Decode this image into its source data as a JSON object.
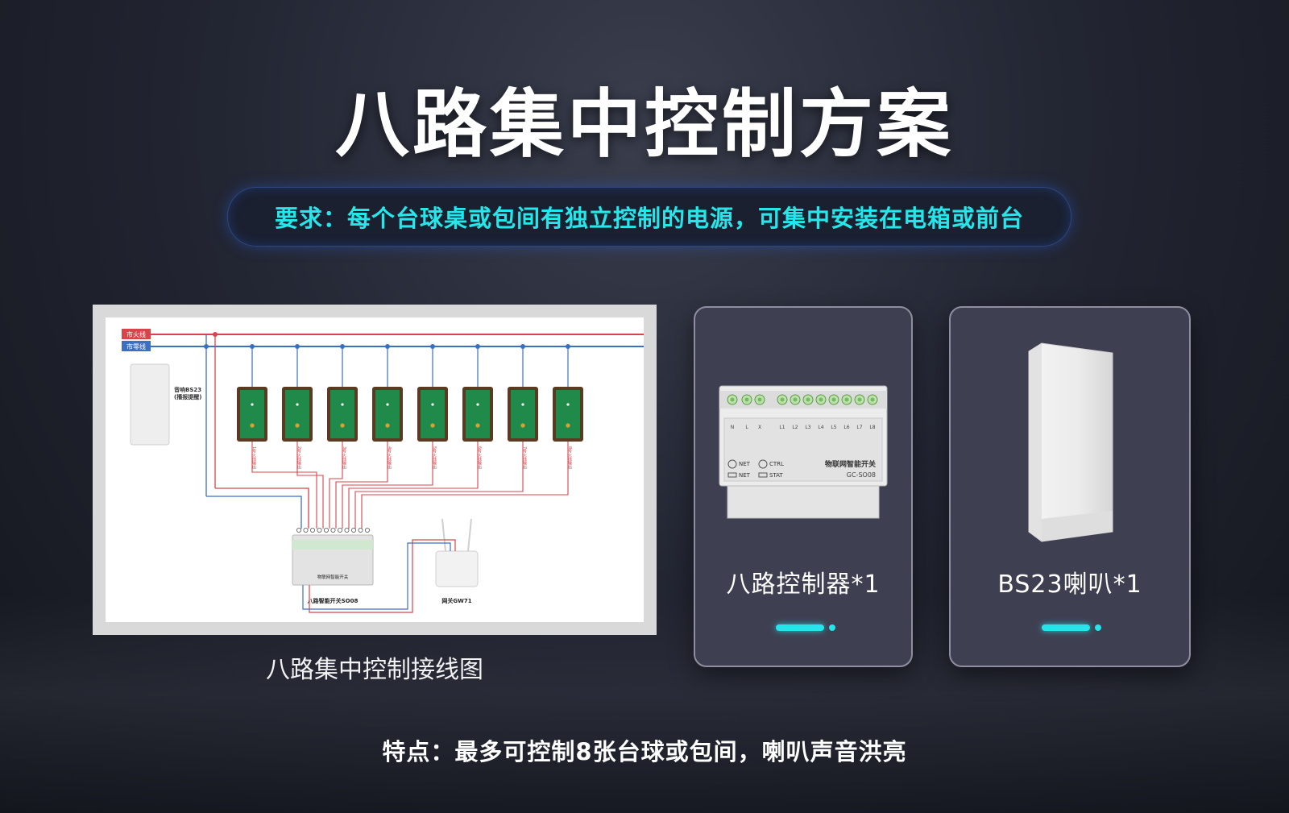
{
  "title": "八路集中控制方案",
  "requirement": "要求：每个台球桌或包间有独立控制的电源，可集中安装在电箱或前台",
  "diagram": {
    "caption": "八路集中控制接线图",
    "live_line": "市火线",
    "neutral_line": "市零线",
    "speaker_label_1": "音响BS23",
    "speaker_label_2": "(播报提醒)",
    "switch_label": "八路智能开关SO08",
    "gateway_label": "网关GW71",
    "circuit_labels": [
      "1号火线输出",
      "2号火线输出",
      "3号火线输出",
      "4号火线输出",
      "5号火线输出",
      "6号火线输出",
      "7号火线输出",
      "8号火线输出"
    ]
  },
  "products": [
    {
      "label": "八路控制器*1",
      "panel_title": "物联网智能开关",
      "model": "GC-SO08",
      "terminals": [
        "N",
        "L",
        "X",
        "L1",
        "L2",
        "L3",
        "L4",
        "L5",
        "L6",
        "L7",
        "L8"
      ],
      "led_net": "NET",
      "led_ctrl": "CTRL",
      "led_net2": "NET",
      "led_stat": "STAT"
    },
    {
      "label": "BS23喇叭*1"
    }
  ],
  "feature": "特点：最多可控制8张台球或包间，喇叭声音洪亮",
  "colors": {
    "accent": "#26e5ea",
    "live_wire": "#d9434a",
    "neutral_wire": "#3b6fc4",
    "table_felt": "#1f8a4a"
  }
}
